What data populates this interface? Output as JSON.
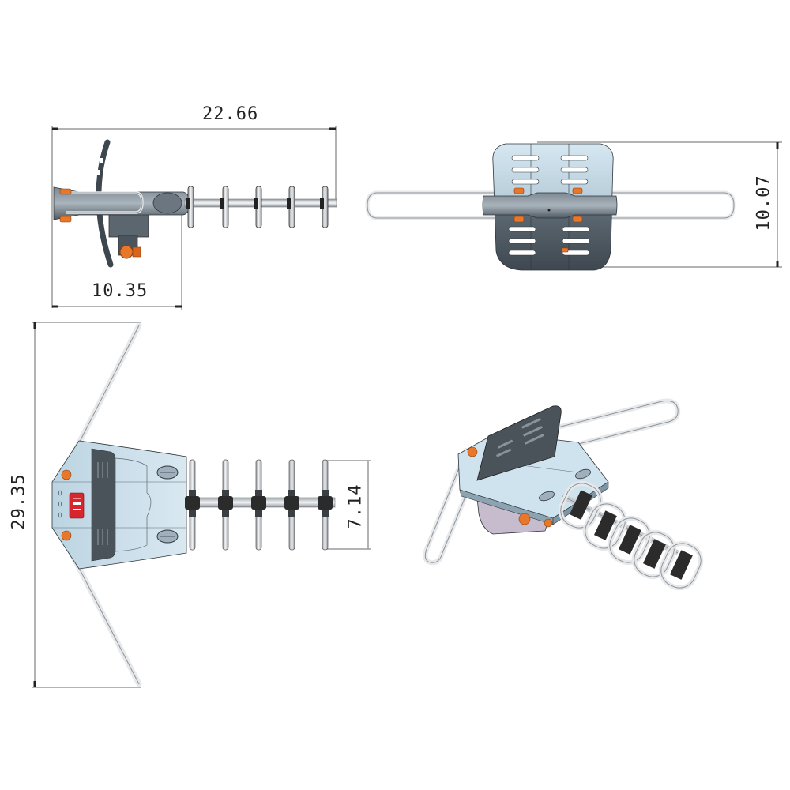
{
  "drawing": {
    "subject": "Outdoor Yagi TV antenna with rotor",
    "background": "#ffffff",
    "colors": {
      "dimension_line": "#9a9a9a",
      "dimension_text": "#222222",
      "body_light": "#cfe3ee",
      "body_dark": "#5b6670",
      "reflector_dark": "#4a525a",
      "knob_orange": "#e8772a",
      "label_red": "#d7262e",
      "element_clip": "#2b2b2b",
      "rod_silver": "#e6e8ea"
    }
  },
  "views": [
    {
      "name": "side-view",
      "position": "top-left"
    },
    {
      "name": "front-view",
      "position": "top-right"
    },
    {
      "name": "top-view",
      "position": "bottom-left"
    },
    {
      "name": "isometric-view",
      "position": "bottom-right"
    }
  ],
  "dimensions": {
    "overall_length": {
      "value": "22.66",
      "orientation": "horizontal",
      "view": "side-view"
    },
    "body_length": {
      "value": "10.35",
      "orientation": "horizontal",
      "view": "side-view"
    },
    "height": {
      "value": "10.07",
      "orientation": "vertical",
      "view": "front-view"
    },
    "span": {
      "value": "29.35",
      "orientation": "vertical",
      "view": "top-view"
    },
    "element_length": {
      "value": "7.14",
      "orientation": "vertical",
      "view": "top-view"
    }
  },
  "elements": {
    "director_count": 5
  }
}
